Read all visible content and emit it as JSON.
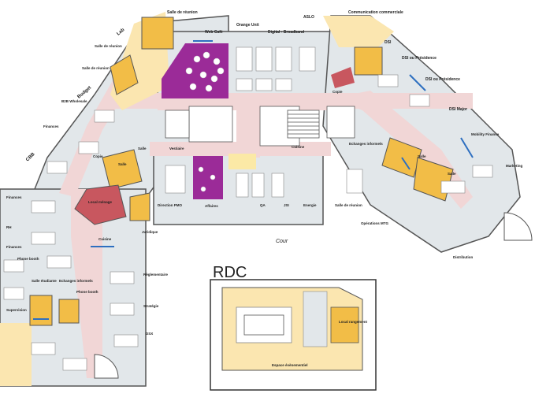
{
  "colors": {
    "purple": "#9b2b98",
    "orange": "#f2bd47",
    "pink": "#f1d6d6",
    "red": "#c8575f",
    "grey": "#e2e7ea",
    "beige": "#fbe6b0",
    "yellow": "#fbe9a6",
    "blue": "#2e6fc0",
    "wall": "#555555"
  },
  "labels": {
    "salle_reunion_top": "Salle de réunion",
    "web_cafe": "Web Café",
    "orange_unit": "Orange Unit",
    "digital_broadband": "Digital - Broadband",
    "aslo": "ASLO",
    "comm_commerciale": "Communication commerciale",
    "lab": "Lab",
    "salle_reunion_left": "Salle de réunion",
    "salle_reunion_left2": "Salle de réunion",
    "b2b_wholesale": "B2B Wholesale",
    "budget": "Budget",
    "finances": "Finances",
    "cbb": "CBB",
    "salle_small": "Salle",
    "copie": "Copie",
    "salle_small2": "Salle",
    "local_menage": "Local ménage",
    "vestiaire": "Vestiaire",
    "cuisine_top": "Cuisine",
    "dsi": "DSI",
    "dsi_presidence": "DSI ou Présidence",
    "dsi_presidence2": "DSI ou Présidence",
    "dsi_major": "DSI Major",
    "mobility_finance": "Mobility Finance",
    "marketing": "Marketing",
    "echanges_informels_top": "Echanges informels",
    "copie_right": "Copie",
    "salle_right": "Salle",
    "salle_right2": "Salle",
    "direction_pmo": "Direction PMO",
    "affaires": "Affaires",
    "qa": "QA",
    "jsi": "JSI",
    "energie": "Energie",
    "salle_reunion_mid": "Salle de réunion",
    "operations_mtg": "Opérations MTG",
    "distribution": "Distribution",
    "cour": "Cour",
    "juridique": "Juridique",
    "cuisine_left": "Cuisine",
    "finances_left": "Finances",
    "rh": "RH",
    "phone_booth": "Phone booth",
    "salle_etudiante": "Salle étudiante",
    "echanges_informels_left": "Echanges informels",
    "phone_booth2": "Phone booth",
    "supervision": "Supervision",
    "reglementaire": "Règlementaire",
    "strategie": "Stratégie",
    "dsx": "DSX",
    "finances_bottom": "Finances",
    "rdc": "RDC",
    "local_rangement": "Local rangement",
    "espace_evenementiel": "Espace évènementiel"
  }
}
